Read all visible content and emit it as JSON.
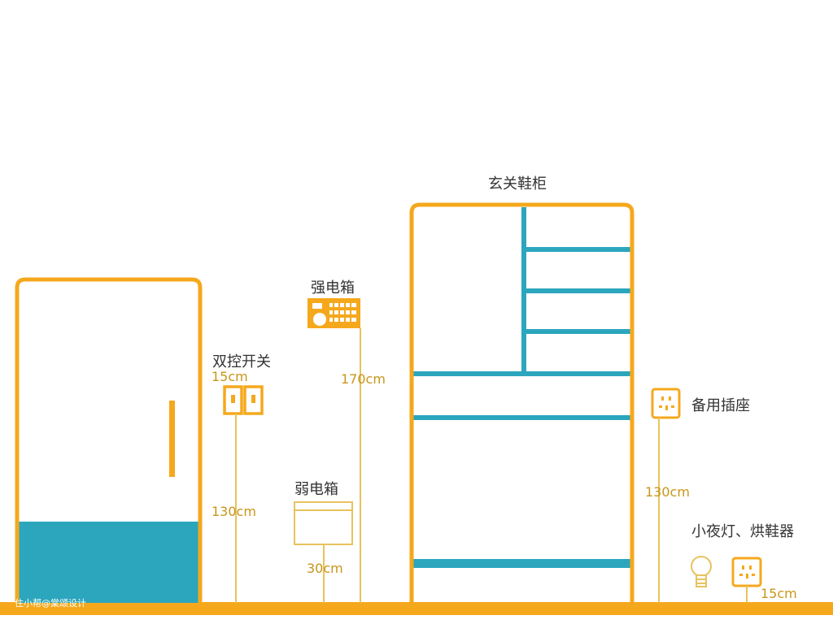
{
  "colors": {
    "orange": "#f5a81c",
    "teal": "#2ba6bd",
    "thin_line": "#e7c35e",
    "text": "#333333",
    "measure_text": "#c8961a"
  },
  "labels": {
    "shoe_cabinet": "玄关鞋柜",
    "strong_box": "强电箱",
    "dual_switch": "双控开关",
    "spare_socket": "备用插座",
    "weak_box": "弱电箱",
    "night_light": "小夜灯、烘鞋器"
  },
  "measurements": {
    "switch_top": "15cm",
    "switch_height": "130cm",
    "strong_box_height": "170cm",
    "weak_box_height": "30cm",
    "socket_height": "130cm",
    "night_socket_height": "15cm"
  },
  "icons": {
    "strong_box": "electrical-panel-icon",
    "weak_box": "network-box-icon",
    "switch": "double-switch-icon",
    "socket": "power-socket-icon",
    "bulb": "light-bulb-icon"
  },
  "watermark": "住小帮@棠颂设计"
}
